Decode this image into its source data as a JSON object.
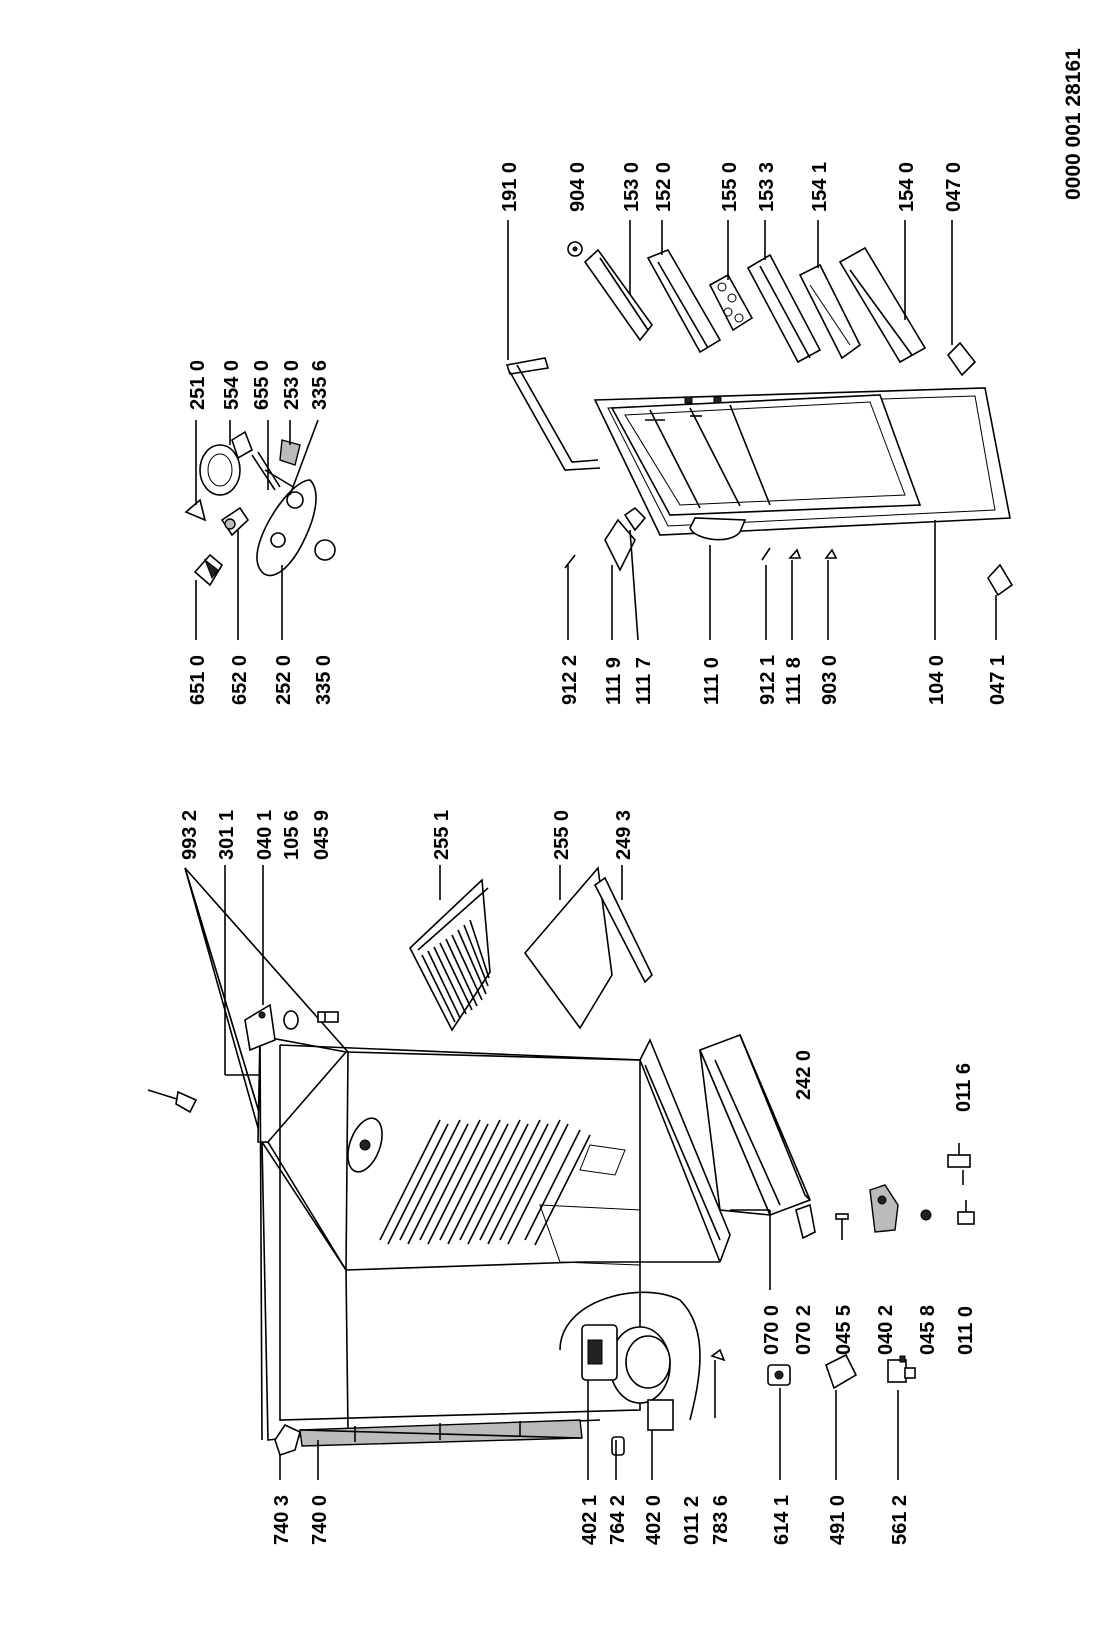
{
  "document_id": "0000 001 28161",
  "parts": {
    "p740_3": "740 3",
    "p740_0": "740 0",
    "p402_1": "402 1",
    "p764_2": "764 2",
    "p402_0": "402 0",
    "p011_2": "011 2",
    "p783_6": "783 6",
    "p614_1": "614 1",
    "p491_0": "491 0",
    "p561_2": "561 2",
    "p070_0": "070 0",
    "p070_2": "070 2",
    "p045_5": "045 5",
    "p040_2": "040 2",
    "p045_8": "045 8",
    "p011_0": "011 0",
    "p011_6": "011 6",
    "p242_0": "242 0",
    "p993_2": "993 2",
    "p301_1": "301 1",
    "p040_1": "040 1",
    "p105_6": "105 6",
    "p045_9": "045 9",
    "p255_1": "255 1",
    "p255_0": "255 0",
    "p249_3": "249 3",
    "p651_0": "651 0",
    "p652_0": "652 0",
    "p252_0": "252 0",
    "p335_0": "335 0",
    "p251_0": "251 0",
    "p554_0": "554 0",
    "p655_0": "655 0",
    "p253_0": "253 0",
    "p335_6": "335 6",
    "p912_2": "912 2",
    "p111_9": "111 9",
    "p111_7": "111 7",
    "p111_0": "111 0",
    "p912_1": "912 1",
    "p111_8": "111 8",
    "p903_0": "903 0",
    "p104_0": "104 0",
    "p047_1": "047 1",
    "p191_0": "191 0",
    "p904_0": "904 0",
    "p153_0": "153 0",
    "p152_0": "152 0",
    "p155_0": "155 0",
    "p153_3": "153 3",
    "p154_1": "154 1",
    "p154_0": "154 0",
    "p047_0": "047 0"
  }
}
